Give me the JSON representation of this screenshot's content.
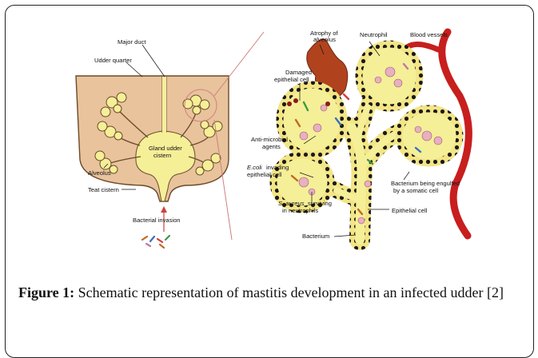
{
  "labels": {
    "major_duct": "Major duct",
    "udder_quarter": "Udder quarter",
    "gland_cistern_1": "Gland udder",
    "gland_cistern_2": "cistern",
    "alveolus": "Alveolus",
    "teat_cistern": "Teat cistern",
    "bacterial_invasion": "Bacterial invasion",
    "atrophy_1": "Atrophy of",
    "atrophy_2": "alveolus",
    "neutrophil": "Neutrophil",
    "blood_vessels": "Blood vessels",
    "damaged_1": "Damaged",
    "damaged_2": "epithelial cell",
    "antimicrobial_1": "Anti-microbial",
    "antimicrobial_2": "agents",
    "ecoli_1": "E.coli",
    "ecoli_1b": "invading",
    "ecoli_2": "epithelial cell",
    "saureus_1": "S. aureus",
    "saureus_1b": "surviving",
    "saureus_2": "in neutrophils",
    "engulfed_1": "Bacterium being engulfed",
    "engulfed_2": "by a somatic cell",
    "epithelial_cell": "Epithelial cell",
    "bacterium": "Bacterium"
  },
  "caption": {
    "label": "Figure 1:",
    "text": "Schematic representation of mastitis development in an infected udder [2]"
  },
  "colors": {
    "udder": "#e8c39c",
    "gland": "#f5ef98",
    "epithelium": "#e0c020",
    "blood": "#c81e1e",
    "atrophy": "#b0431e",
    "pointer": "#d08080"
  }
}
